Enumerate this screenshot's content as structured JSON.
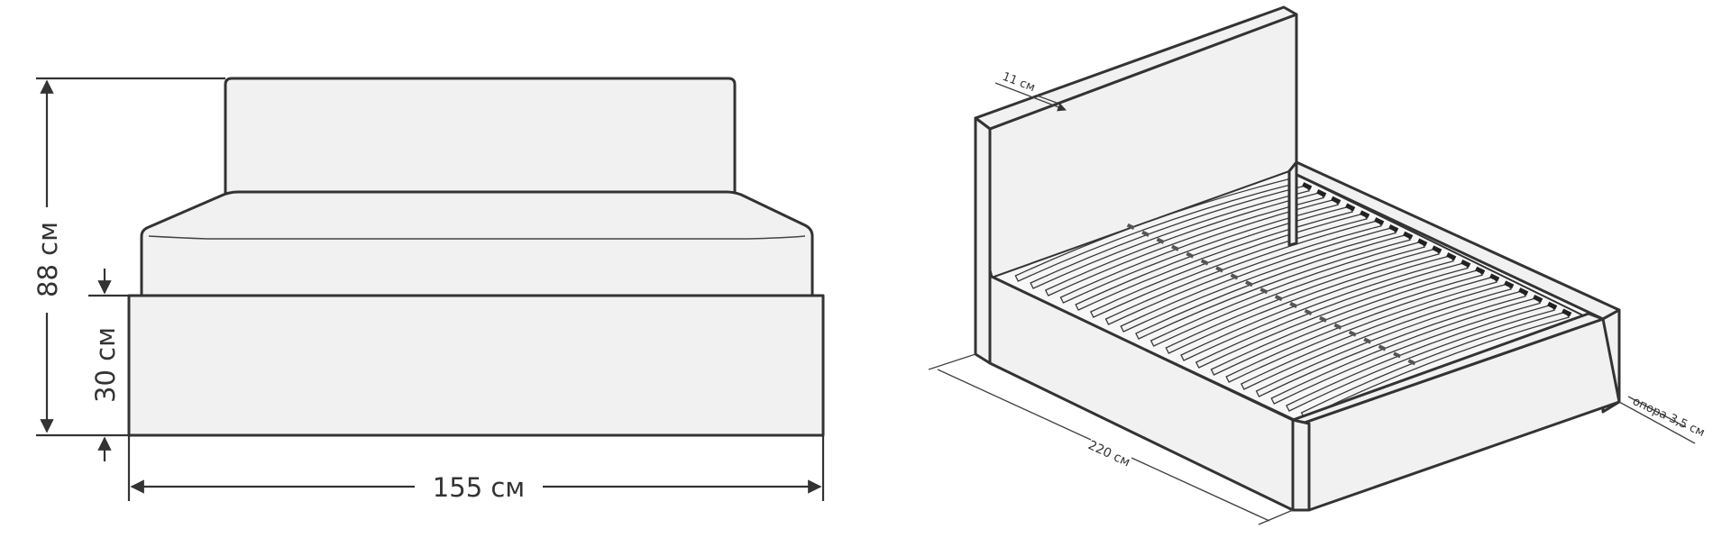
{
  "front_view": {
    "total_height_label": "88 см",
    "base_height_label": "30 см",
    "width_label": "155 см"
  },
  "iso_view": {
    "headboard_thickness_label": "11 см",
    "length_label": "220 см",
    "support_label": "опора 3,5 см",
    "slat_count": 20
  },
  "colors": {
    "line": "#333333",
    "fill": "#f1f1f1"
  }
}
